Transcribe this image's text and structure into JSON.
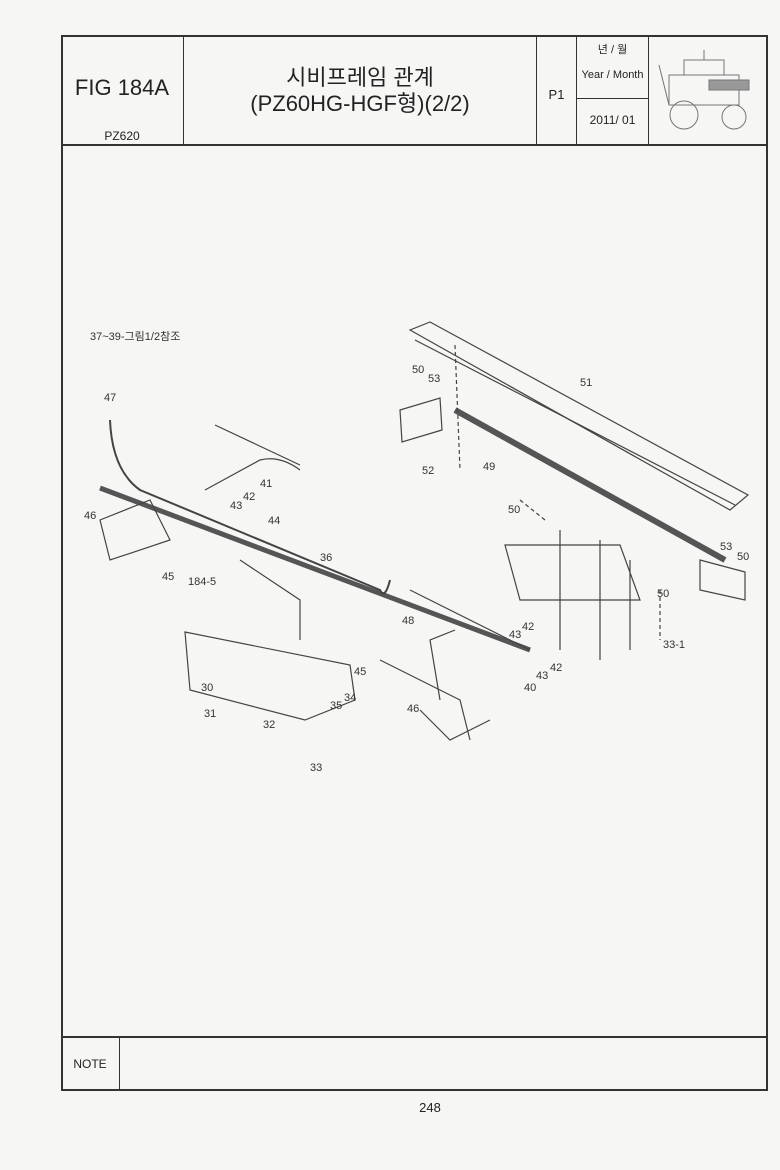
{
  "header": {
    "fig_number": "FIG 184A",
    "model": "PZ620",
    "title_line1": "시비프레임 관계",
    "title_line2": "(PZ60HG-HGF형)(2/2)",
    "page_ref": "P1",
    "year_month_ko": "년 / 월",
    "year_month_en": "Year / Month",
    "date": "2011/ 01"
  },
  "diagram": {
    "reference_note": "37~39-그림1/2참조",
    "callouts": [
      "47",
      "46",
      "45",
      "184-5",
      "43",
      "42",
      "41",
      "44",
      "36",
      "48",
      "30",
      "31",
      "32",
      "35",
      "34",
      "33",
      "45",
      "46",
      "50",
      "53",
      "51",
      "52",
      "49",
      "50",
      "53",
      "50",
      "50",
      "33-1",
      "43",
      "42",
      "43",
      "42",
      "40"
    ]
  },
  "note_label": "NOTE",
  "page_number": "248"
}
